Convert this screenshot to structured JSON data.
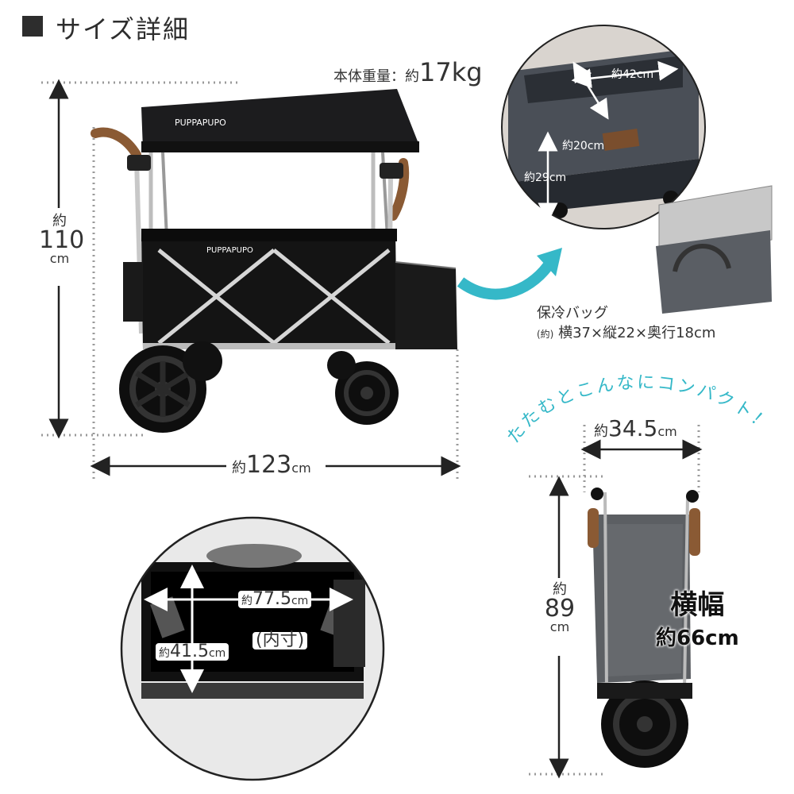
{
  "title": "サイズ詳細",
  "weight": {
    "prefix": "本体重量：約",
    "value": "17kg"
  },
  "main": {
    "height": {
      "approx": "約",
      "value": "110",
      "unit": "cm"
    },
    "width": {
      "approx": "約",
      "value": "123",
      "unit": "cm"
    },
    "brand": "PUPPAPUPO"
  },
  "basket": {
    "width": "約42cm",
    "depth": "約20cm",
    "height": "約29cm"
  },
  "cooler": {
    "name": "保冷バッグ",
    "approx": "(約)",
    "size": "横37×縦22×奥行18cm"
  },
  "compact": {
    "slogan": "たたむとこんなにコンパクト！",
    "depth": {
      "approx": "約",
      "value": "34.5",
      "unit": "cm"
    },
    "height": {
      "approx": "約",
      "value": "89",
      "unit": "cm"
    },
    "width_tag": "横幅",
    "width_value": "約66cm"
  },
  "inner": {
    "width": {
      "approx": "約",
      "value": "77.5",
      "unit": "cm"
    },
    "depth": {
      "approx": "約",
      "value": "41.5",
      "unit": "cm"
    },
    "note": "(内寸)"
  },
  "colors": {
    "accent": "#35b8c8",
    "dark": "#1a1a1a",
    "dotted": "#9a9a9a"
  }
}
